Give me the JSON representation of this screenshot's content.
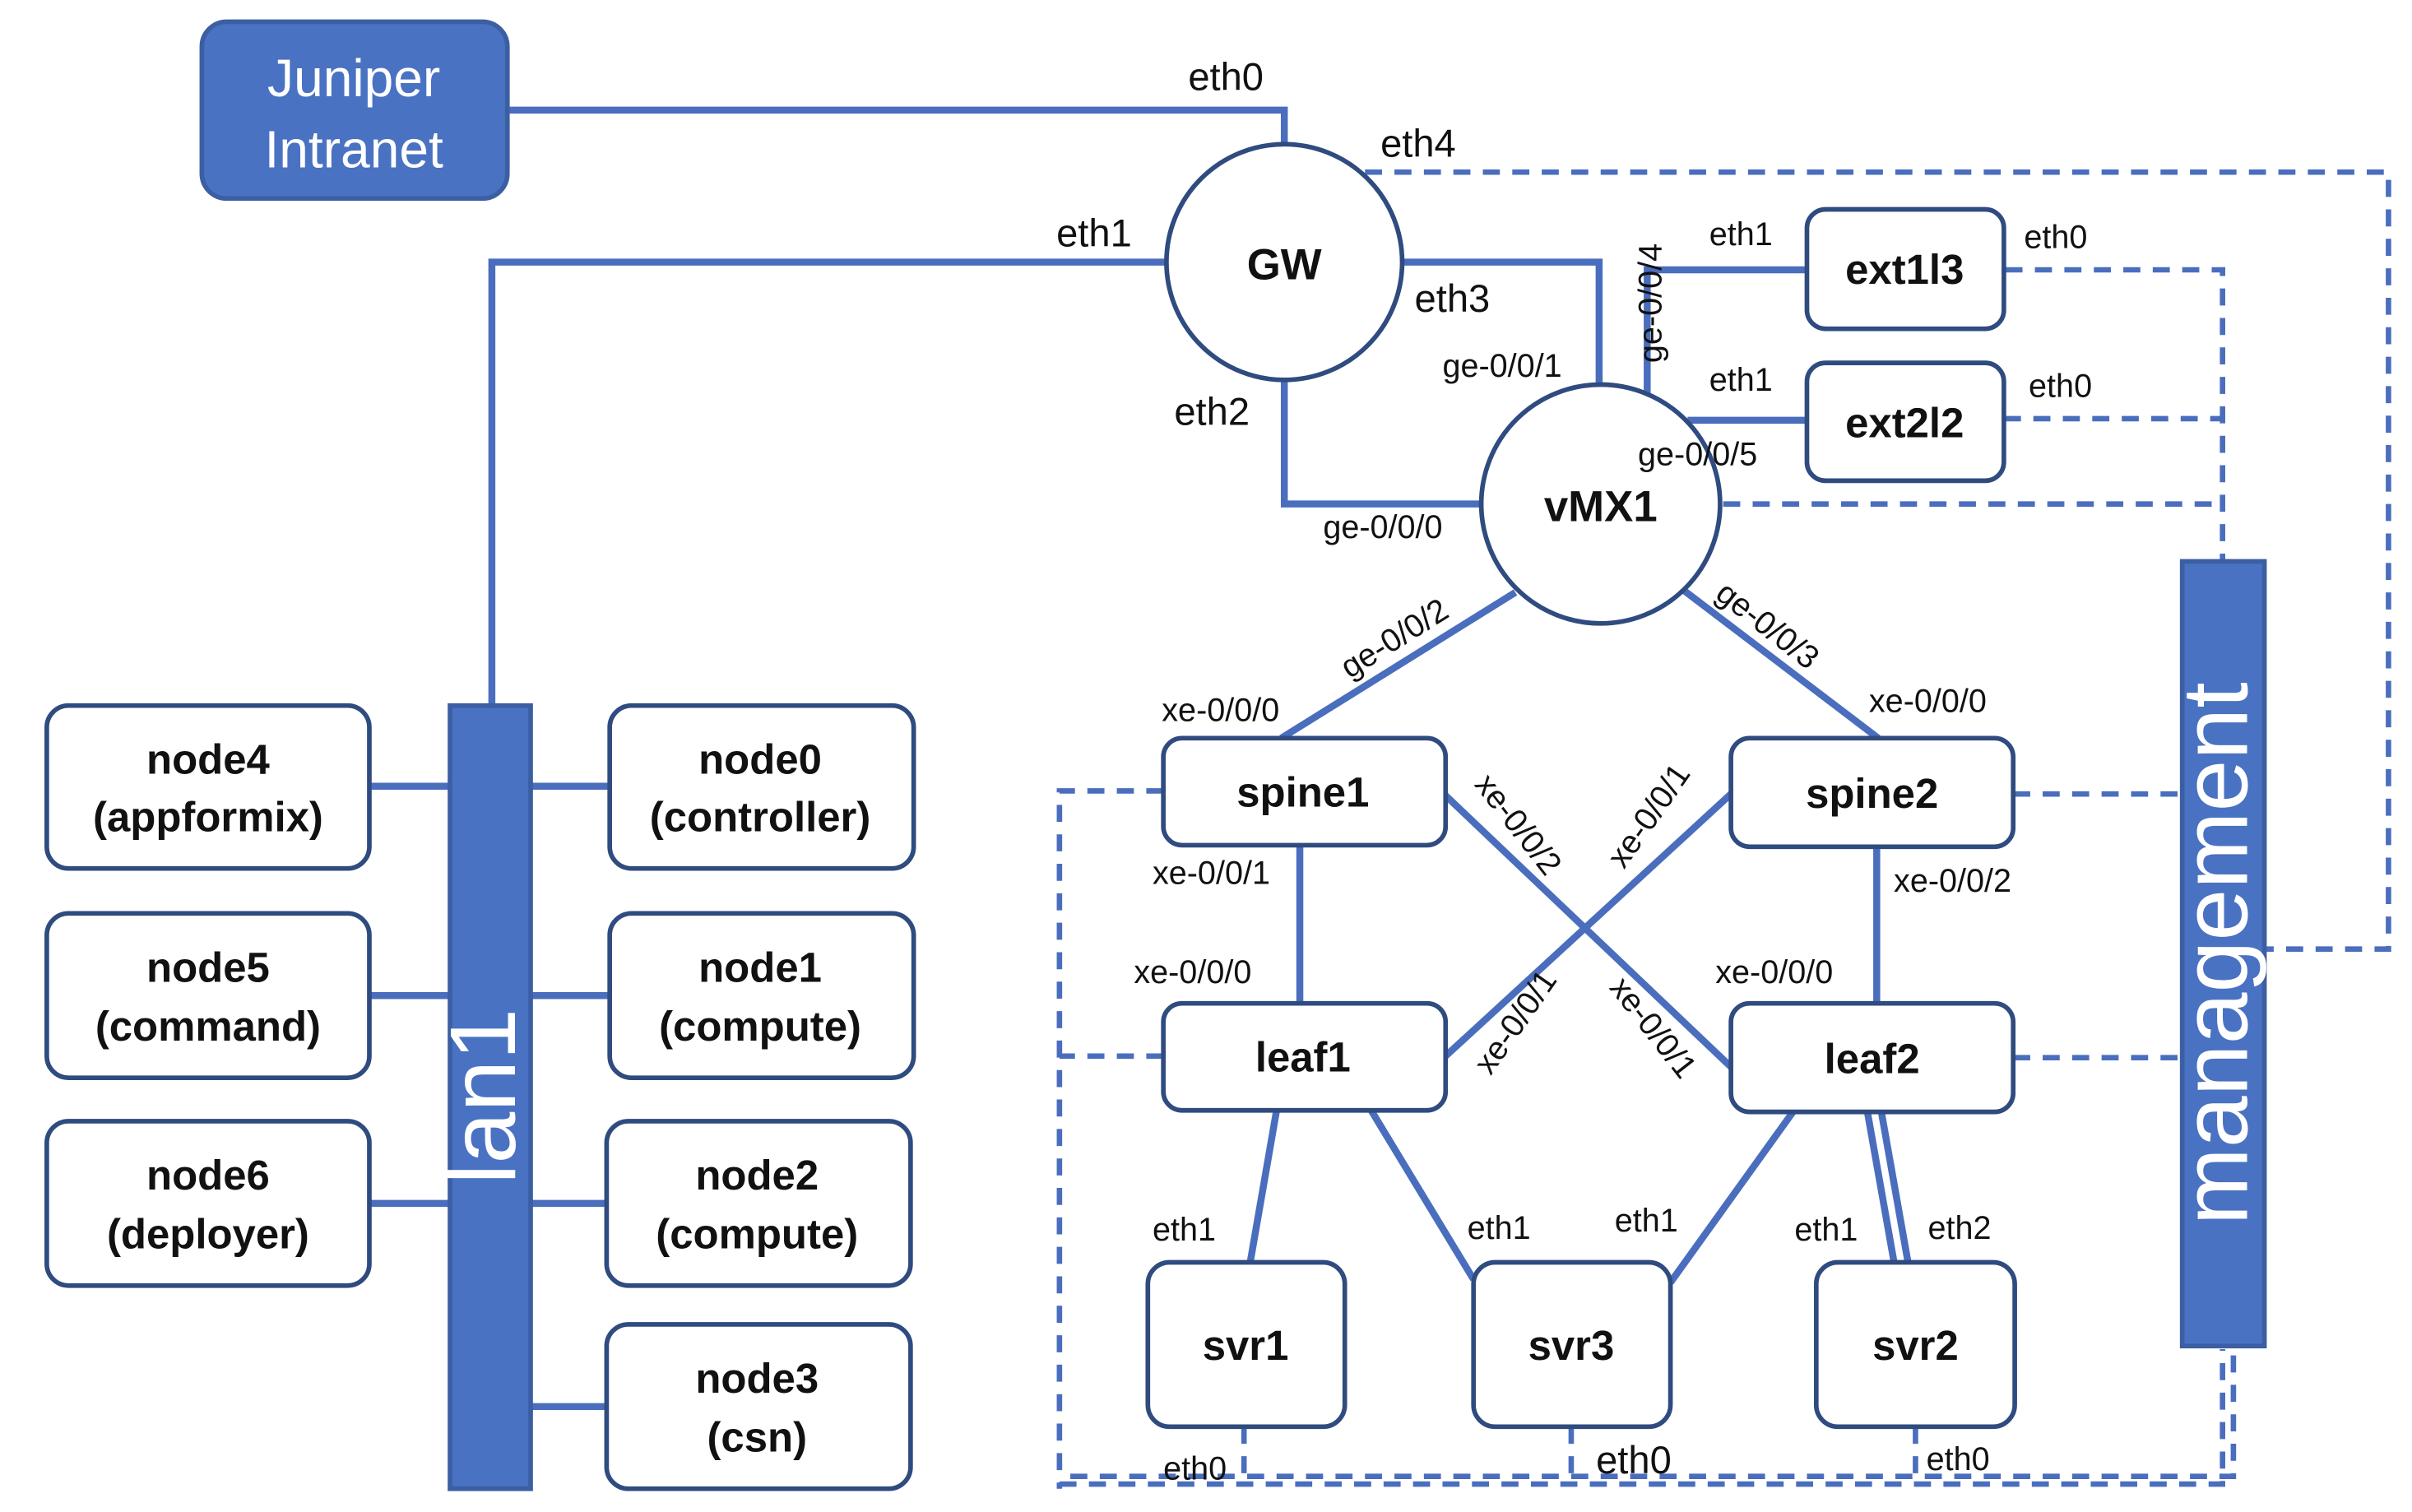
{
  "nodes": {
    "juniper_intranet": {
      "line1": "Juniper",
      "line2": "Intranet"
    },
    "gw": "GW",
    "vmx1": "vMX1",
    "ext1l3": "ext1l3",
    "ext2l2": "ext2l2",
    "spine1": "spine1",
    "spine2": "spine2",
    "leaf1": "leaf1",
    "leaf2": "leaf2",
    "svr1": "svr1",
    "svr2": "svr2",
    "svr3": "svr3",
    "node0": {
      "line1": "node0",
      "line2": "(controller)"
    },
    "node1": {
      "line1": "node1",
      "line2": "(compute)"
    },
    "node2": {
      "line1": "node2",
      "line2": "(compute)"
    },
    "node3": {
      "line1": "node3",
      "line2": "(csn)"
    },
    "node4": {
      "line1": "node4",
      "line2": "(appformix)"
    },
    "node5": {
      "line1": "node5",
      "line2": "(command)"
    },
    "node6": {
      "line1": "node6",
      "line2": "(deployer)"
    }
  },
  "networks": {
    "lan1": "lan1",
    "management": "management"
  },
  "interfaces": {
    "gw_eth0": "eth0",
    "gw_eth1": "eth1",
    "gw_eth2": "eth2",
    "gw_eth3": "eth3",
    "gw_eth4": "eth4",
    "vmx_ge000": "ge-0/0/0",
    "vmx_ge001": "ge-0/0/1",
    "vmx_ge002": "ge-0/0/2",
    "vmx_ge003": "ge-0/0/3",
    "vmx_ge004": "ge-0/0/4",
    "vmx_ge005": "ge-0/0/5",
    "ext1_eth1": "eth1",
    "ext1_eth0": "eth0",
    "ext2_eth1": "eth1",
    "ext2_eth0": "eth0",
    "spine1_xe000": "xe-0/0/0",
    "spine1_xe001": "xe-0/0/1",
    "spine1_xe002": "xe-0/0/2",
    "spine2_xe000": "xe-0/0/0",
    "spine2_xe001": "xe-0/0/1",
    "spine2_xe002": "xe-0/0/2",
    "leaf1_xe000": "xe-0/0/0",
    "leaf1_xe001": "xe-0/0/1",
    "leaf2_xe000": "xe-0/0/0",
    "leaf2_xe001": "xe-0/0/1",
    "svr1_eth1": "eth1",
    "svr1_eth0": "eth0",
    "svr3_eth1a": "eth1",
    "svr3_eth1b": "eth1",
    "svr3_eth0": "eth0",
    "svr2_eth1": "eth1",
    "svr2_eth2": "eth2",
    "svr2_eth0": "eth0"
  },
  "colors": {
    "accent": "#4a72c2",
    "line": "#4a6ebd",
    "box_border": "#2f4b7f"
  }
}
